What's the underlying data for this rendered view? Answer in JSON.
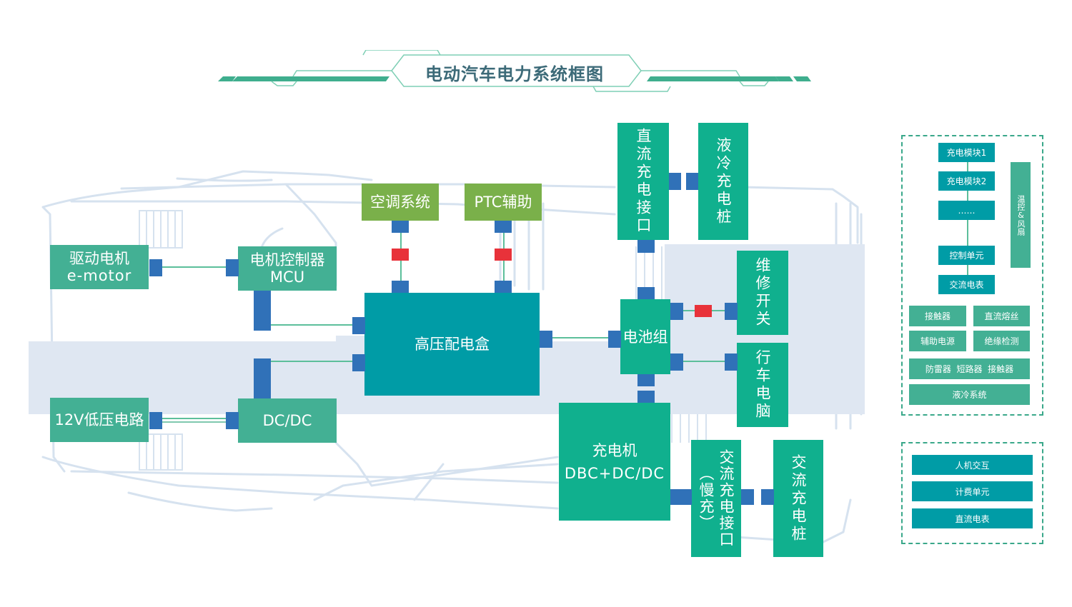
{
  "title": "电动汽车电力系统框图",
  "colors": {
    "box_green": "#43b094",
    "box_green_bright": "#10b08e",
    "box_teal": "#009ca6",
    "box_lime": "#7ab04a",
    "connector_blue": "#3071b8",
    "fuse_red": "#e8323a",
    "wire_green": "#5cbf9b",
    "car_outline": "#d6e2ef",
    "title_text": "#3c6a78",
    "dashed_border": "#3aa88a"
  },
  "blocks": {
    "motor": {
      "line1": "驱动电机",
      "line2": "e-motor"
    },
    "mcu": {
      "line1": "电机控制器",
      "line2": "MCU"
    },
    "lv": {
      "label": "12V低压电路"
    },
    "dcdc": {
      "label": "DC/DC"
    },
    "ac": {
      "label": "空调系统"
    },
    "ptc": {
      "label": "PTC辅助"
    },
    "pdu": {
      "label": "高压配电盒"
    },
    "battery": {
      "label": "电池组"
    },
    "dc_port": {
      "label": "直流充电接口"
    },
    "liquid_pile": {
      "label": "液冷充电桩"
    },
    "service_switch": {
      "label": "维修开关"
    },
    "vcu": {
      "label": "行车电脑"
    },
    "charger": {
      "line1": "充电机",
      "line2": "DBC+DC/DC"
    },
    "ac_port": {
      "label": "交流充电接口",
      "sub": "（慢充）"
    },
    "ac_pile": {
      "label": "交流充电桩"
    }
  },
  "side_panel_1": {
    "chain": [
      "充电模块1",
      "充电模块2",
      "……",
      "控制单元",
      "交流电表"
    ],
    "side_bar": "温控&风扇",
    "grid": [
      "接触器",
      "直流熔丝",
      "辅助电源",
      "绝缘检测"
    ],
    "row1": "防雷器  短路器  接触器",
    "row2": "液冷系统"
  },
  "side_panel_2": {
    "items": [
      "人机交互",
      "计费单元",
      "直流电表"
    ]
  }
}
